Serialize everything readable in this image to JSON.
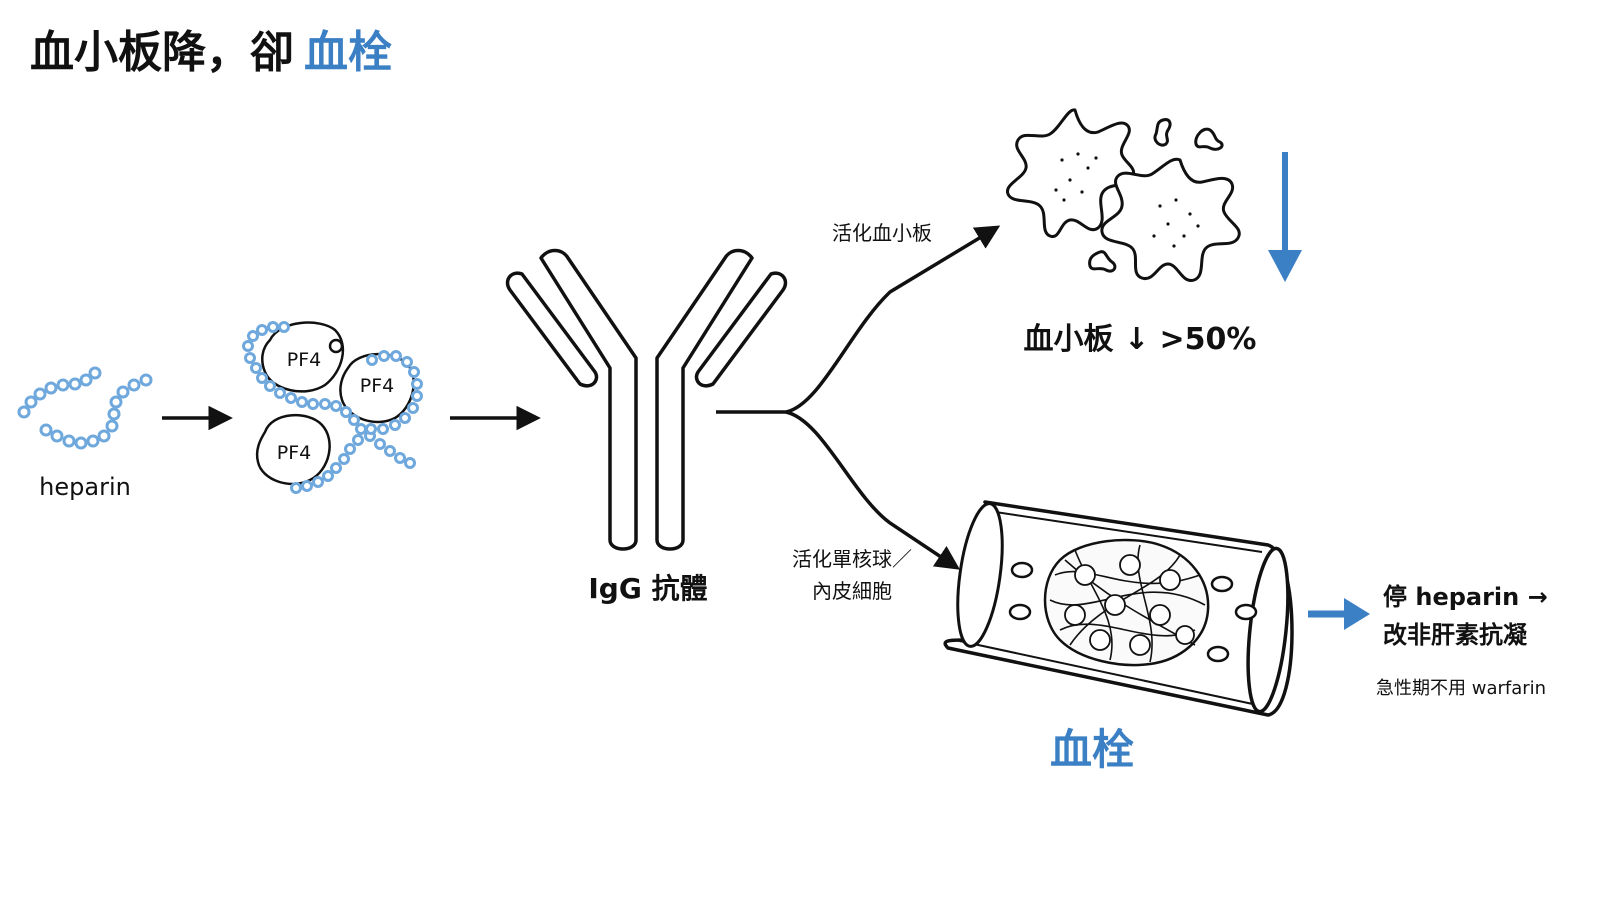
{
  "title": {
    "prefix": "血小板降，卻",
    "highlight": "血栓"
  },
  "colors": {
    "accent": "#3b7fc4",
    "ink": "#111111",
    "bead": "#6fa8dc"
  },
  "labels": {
    "heparin": "heparin",
    "pf4": [
      "PF4",
      "PF4",
      "PF4"
    ],
    "antibody": "IgG 抗體",
    "activate_platelet": "活化血小板",
    "activate_cells_line1": "活化單核球／",
    "activate_cells_line2": "內皮細胞",
    "platelet_drop": "血小板 ↓ >50%",
    "thrombus": "血栓",
    "advice_line1": "停 heparin →",
    "advice_line2": "改非肝素抗凝",
    "advice_note": "急性期不用 warfarin"
  },
  "icons": {
    "heparin_chain": "heparin-chain-icon",
    "pf4_complex": "pf4-complex-icon",
    "antibody": "y-antibody-icon",
    "platelets": "activated-platelet-icon",
    "vessel": "vessel-thrombus-icon",
    "down_arrow": "down-arrow-icon",
    "right_arrow": "right-arrow-icon"
  }
}
